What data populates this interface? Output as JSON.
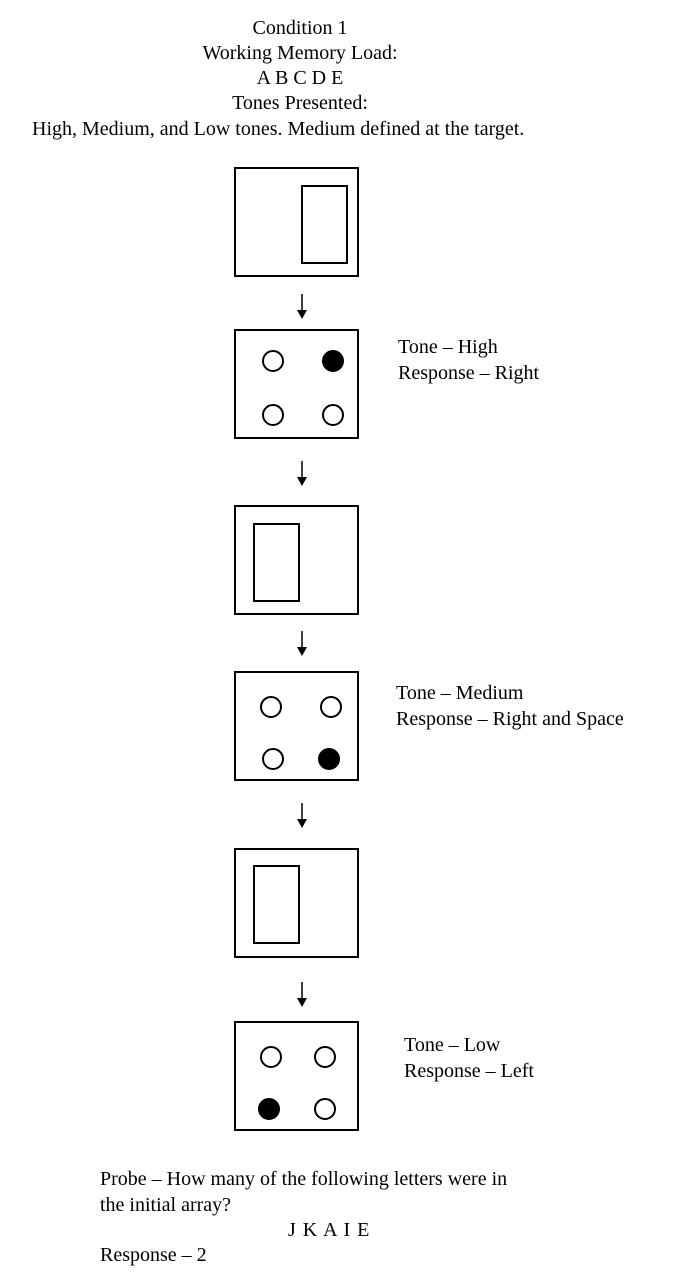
{
  "header": {
    "condition": "Condition 1",
    "memory_load_label": "Working Memory Load:",
    "memory_letters": "A B C D E",
    "tones_label": "Tones Presented:",
    "tones_description": "High, Medium, and Low tones. Medium defined at the target."
  },
  "steps": [
    {
      "tone": "",
      "response": ""
    },
    {
      "tone": "Tone – High",
      "response": "Response – Right"
    },
    {
      "tone": "",
      "response": ""
    },
    {
      "tone": "Tone – Medium",
      "response": "Response – Right and Space"
    },
    {
      "tone": "",
      "response": ""
    },
    {
      "tone": "Tone – Low",
      "response": "Response – Left"
    }
  ],
  "probe": {
    "question_line1": "Probe – How many of the following letters were in",
    "question_line2": "the initial array?",
    "letters": "J K A I E",
    "response": "Response – 2"
  }
}
